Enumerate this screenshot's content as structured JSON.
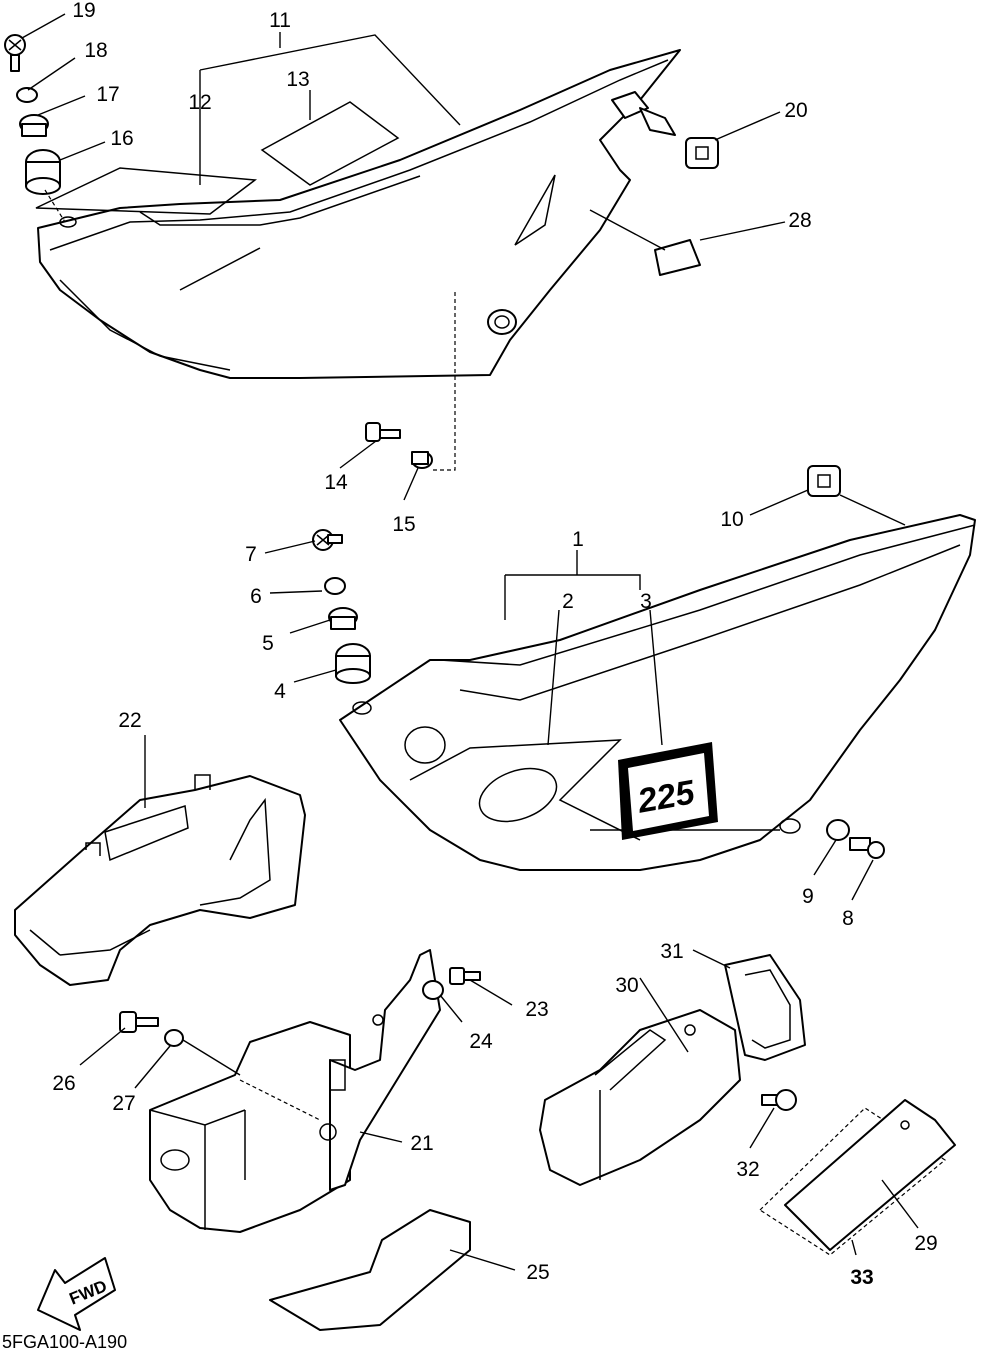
{
  "diagram_code": "5FGA100-A190",
  "fwd_label": "FWD",
  "decal_text": "225",
  "callouts": [
    "1",
    "2",
    "3",
    "4",
    "5",
    "6",
    "7",
    "8",
    "9",
    "10",
    "11",
    "12",
    "13",
    "14",
    "15",
    "16",
    "17",
    "18",
    "19",
    "20",
    "21",
    "22",
    "23",
    "24",
    "25",
    "26",
    "27",
    "28",
    "29",
    "30",
    "31",
    "32",
    "33"
  ]
}
